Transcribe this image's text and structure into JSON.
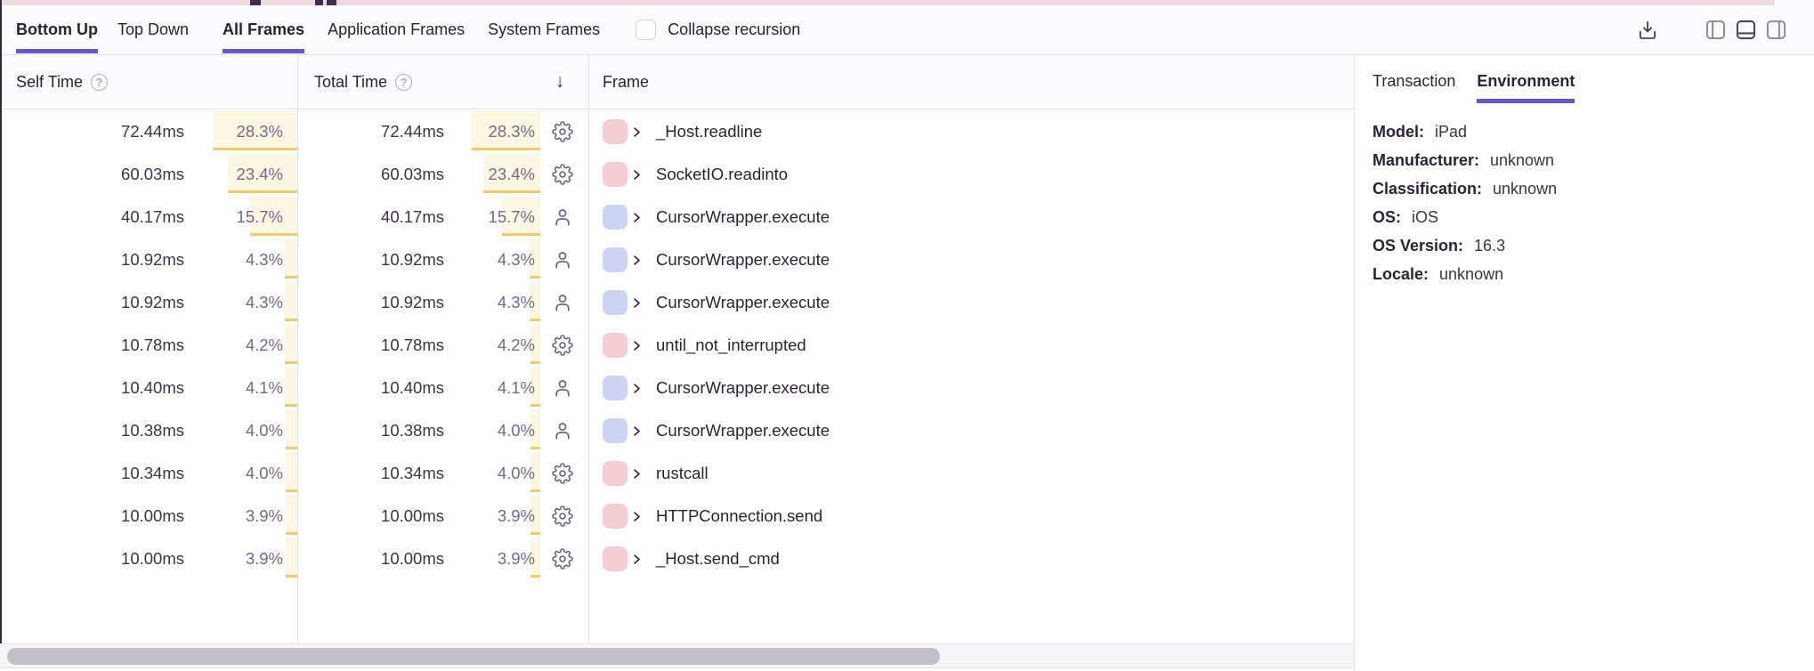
{
  "toolbar": {
    "view_tabs": [
      {
        "label": "Bottom Up",
        "active": true
      },
      {
        "label": "Top Down",
        "active": false
      }
    ],
    "frame_tabs": [
      {
        "label": "All Frames",
        "active": true
      },
      {
        "label": "Application Frames",
        "active": false
      },
      {
        "label": "System Frames",
        "active": false
      }
    ],
    "collapse_label": "Collapse recursion",
    "collapse_checked": false,
    "icons": [
      "download-icon",
      "layout-left-icon",
      "layout-bottom-icon",
      "layout-right-icon"
    ],
    "active_layout_icon": "layout-bottom-icon"
  },
  "table": {
    "headers": {
      "self": "Self Time",
      "total": "Total Time",
      "frame": "Frame"
    },
    "sort": {
      "column": "total",
      "direction": "descending",
      "icon": "↓"
    },
    "help_icon": "?",
    "rows": [
      {
        "self_ms": "72.44ms",
        "self_pct": "28.3%",
        "pct": 28.3,
        "total_ms": "72.44ms",
        "total_pct": "28.3%",
        "type": "system",
        "frame": "_Host.readline"
      },
      {
        "self_ms": "60.03ms",
        "self_pct": "23.4%",
        "pct": 23.4,
        "total_ms": "60.03ms",
        "total_pct": "23.4%",
        "type": "system",
        "frame": "SocketIO.readinto"
      },
      {
        "self_ms": "40.17ms",
        "self_pct": "15.7%",
        "pct": 15.7,
        "total_ms": "40.17ms",
        "total_pct": "15.7%",
        "type": "application",
        "frame": "CursorWrapper.execute"
      },
      {
        "self_ms": "10.92ms",
        "self_pct": "4.3%",
        "pct": 4.3,
        "total_ms": "10.92ms",
        "total_pct": "4.3%",
        "type": "application",
        "frame": "CursorWrapper.execute"
      },
      {
        "self_ms": "10.92ms",
        "self_pct": "4.3%",
        "pct": 4.3,
        "total_ms": "10.92ms",
        "total_pct": "4.3%",
        "type": "application",
        "frame": "CursorWrapper.execute"
      },
      {
        "self_ms": "10.78ms",
        "self_pct": "4.2%",
        "pct": 4.2,
        "total_ms": "10.78ms",
        "total_pct": "4.2%",
        "type": "system",
        "frame": "until_not_interrupted"
      },
      {
        "self_ms": "10.40ms",
        "self_pct": "4.1%",
        "pct": 4.1,
        "total_ms": "10.40ms",
        "total_pct": "4.1%",
        "type": "application",
        "frame": "CursorWrapper.execute"
      },
      {
        "self_ms": "10.38ms",
        "self_pct": "4.0%",
        "pct": 4.0,
        "total_ms": "10.38ms",
        "total_pct": "4.0%",
        "type": "application",
        "frame": "CursorWrapper.execute"
      },
      {
        "self_ms": "10.34ms",
        "self_pct": "4.0%",
        "pct": 4.0,
        "total_ms": "10.34ms",
        "total_pct": "4.0%",
        "type": "system",
        "frame": "rustcall"
      },
      {
        "self_ms": "10.00ms",
        "self_pct": "3.9%",
        "pct": 3.9,
        "total_ms": "10.00ms",
        "total_pct": "3.9%",
        "type": "system",
        "frame": "HTTPConnection.send"
      },
      {
        "self_ms": "10.00ms",
        "self_pct": "3.9%",
        "pct": 3.9,
        "total_ms": "10.00ms",
        "total_pct": "3.9%",
        "type": "system",
        "frame": "_Host.send_cmd"
      }
    ],
    "frame_type_icons": {
      "system": "gear-icon",
      "application": "person-icon"
    }
  },
  "panel": {
    "tabs": [
      {
        "label": "Transaction",
        "active": false
      },
      {
        "label": "Environment",
        "active": true
      }
    ],
    "fields": [
      {
        "label": "Model:",
        "value": "iPad"
      },
      {
        "label": "Manufacturer:",
        "value": "unknown"
      },
      {
        "label": "Classification:",
        "value": "unknown"
      },
      {
        "label": "OS:",
        "value": "iOS"
      },
      {
        "label": "OS Version:",
        "value": "16.3"
      },
      {
        "label": "Locale:",
        "value": "unknown"
      }
    ]
  },
  "colors": {
    "accent_purple": "#6458c5",
    "system_frame_swatch": "#f4ced3",
    "application_frame_swatch": "#ccd3f3",
    "percent_bar_fill": "#fcf7e3",
    "percent_bar_edge": "#f1ca6e",
    "minimap_strip": "#eedadf"
  }
}
